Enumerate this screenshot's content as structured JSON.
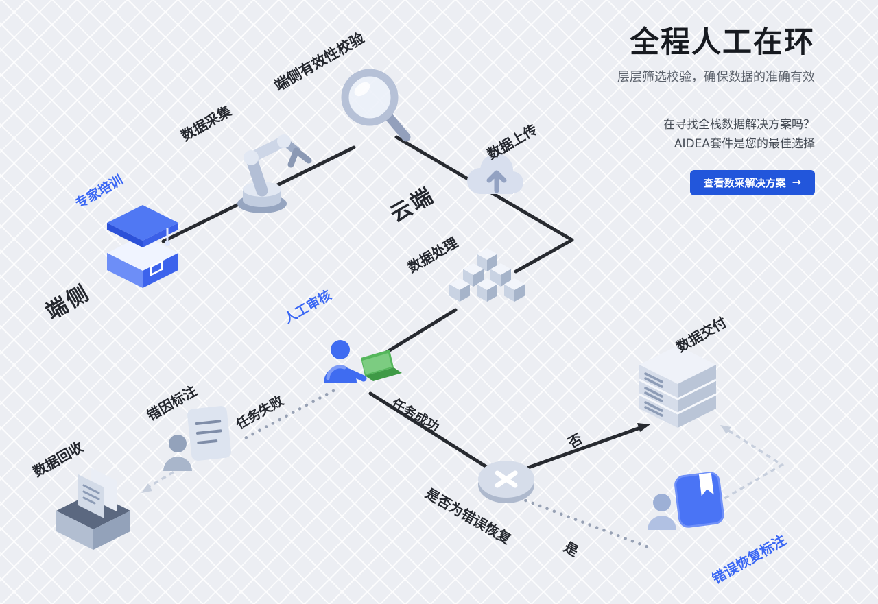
{
  "header": {
    "title": "全程人工在环",
    "subtitle": "层层筛选校验，确保数据的准确有效",
    "promo_line1": "在寻找全栈数据解决方案吗？",
    "promo_line2": "AIDEA套件是您的最佳选择",
    "cta": {
      "label": "查看数采解决方案",
      "arrow": "→"
    }
  },
  "diagram": {
    "nodes": {
      "expert_training": "专家培训",
      "edge_side": "端侧",
      "data_collection": "数据采集",
      "edge_validation": "端侧有效性校验",
      "data_upload": "数据上传",
      "cloud_side": "云端",
      "data_processing": "数据处理",
      "human_review": "人工审核",
      "error_cause_labeling": "错因标注",
      "data_recycle": "数据回收",
      "data_delivery": "数据交付",
      "error_recovery_labeling": "错误恢复标注"
    },
    "edges": {
      "task_failed": "任务失败",
      "task_success": "任务成功",
      "decision_question": "是否为错误恢复",
      "branch_no": "否",
      "branch_yes": "是"
    }
  },
  "colors": {
    "accent_blue": "#3a67f4",
    "cta_blue": "#2256db",
    "flow_line_dark": "#272a30",
    "dotted_gray": "#97a1b4",
    "dashed_light": "#c7cfdd",
    "background": "#eceef3"
  }
}
